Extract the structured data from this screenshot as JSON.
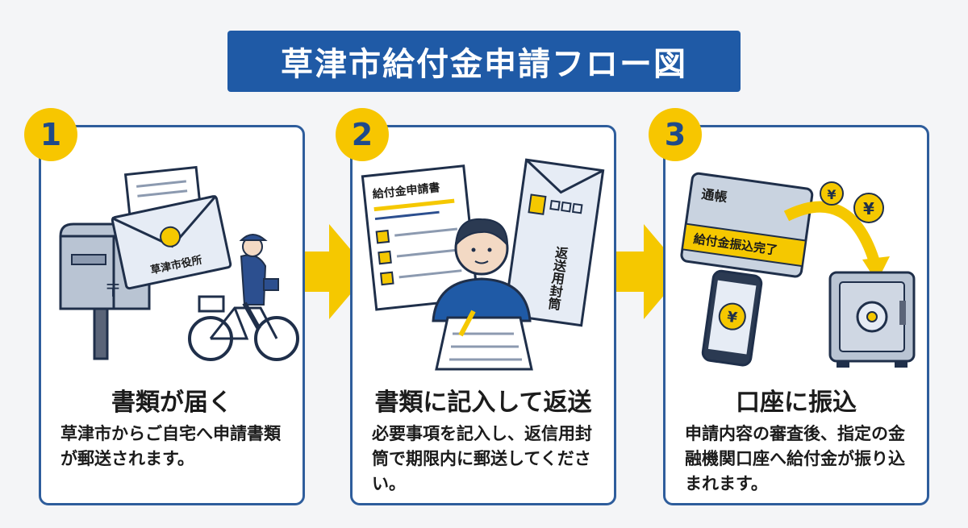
{
  "title": "草津市給付金申請フロー図",
  "steps": [
    {
      "number": "1",
      "heading": "書類が届く",
      "description": "草津市からご自宅へ申請書類が郵送されます。",
      "envelope_label": "草津市役所"
    },
    {
      "number": "2",
      "heading": "書類に記入して返送",
      "description": "必要事項を記入し、返信用封筒で期限内に郵送してください。",
      "form_title": "給付金申請書",
      "envelope_label": "返送用封筒"
    },
    {
      "number": "3",
      "heading": "口座に振込",
      "description": "申請内容の審査後、指定の金融機関口座へ給付金が振り込まれます。",
      "passbook_title": "通帳",
      "passbook_status": "給付金振込完了",
      "yen_symbol": "¥"
    }
  ],
  "colors": {
    "accent_blue": "#1f5aa6",
    "border_blue": "#2e5d9c",
    "badge_yellow": "#f7c600",
    "arrow_yellow": "#f5c800"
  }
}
